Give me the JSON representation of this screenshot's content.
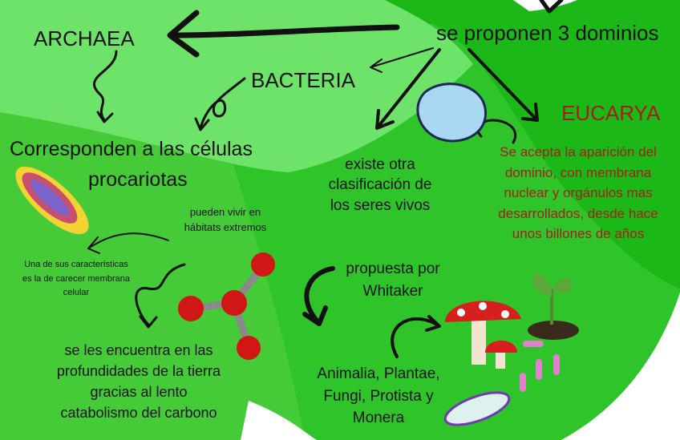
{
  "nodes": {
    "archaea": "ARCHAEA",
    "dominios": "se proponen 3 dominios",
    "bacteria": "BACTERIA",
    "eucarya": "EUCARYA",
    "procariotas_1": "Corresponden a las células",
    "procariotas_2": "procariotas",
    "otra_1": "existe otra",
    "otra_2": "clasificación de",
    "otra_3": "los seres vivos",
    "euc_desc_1": "Se acepta la aparición del",
    "euc_desc_2": "dominio, con membrana",
    "euc_desc_3": "nuclear y orgánulos mas",
    "euc_desc_4": "desarrollados, desde hace",
    "euc_desc_5": "unos billones de años",
    "extremos_1": "pueden vivir  en",
    "extremos_2": "hábitats extremos",
    "membrana_1": "Una de sus características",
    "membrana_2": "es la de carecer membrana",
    "membrana_3": "celular",
    "whitaker_1": "propuesta por",
    "whitaker_2": "Whitaker",
    "profundo_1": "se les encuentra en las",
    "profundo_2": "profundidades de la tierra",
    "profundo_3": "gracias al lento",
    "profundo_4": "catabolismo del carbono",
    "reinos_1": "Animalia, Plantae,",
    "reinos_2": "Fungi, Protista y",
    "reinos_3": "Monera"
  },
  "colors": {
    "light_green": "#6ee36a",
    "mid_green": "#45cb37",
    "dark_green": "#1cb817",
    "eucarya_red": "#a3201a",
    "molecule_red": "#d11616"
  }
}
